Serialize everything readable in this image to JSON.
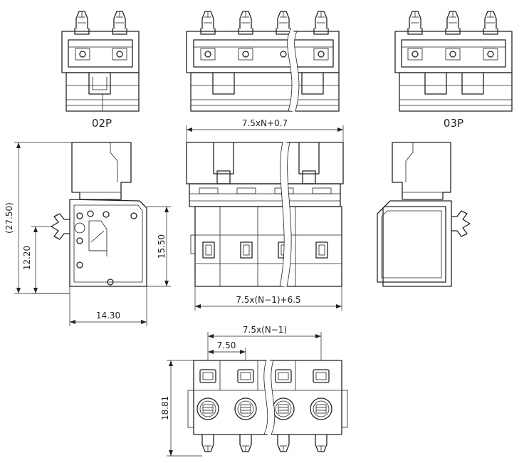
{
  "labels": {
    "top_left": "02P",
    "top_right": "03P"
  },
  "dimensions": {
    "total_width": "7.5xN+0.7",
    "body_width": "7.5x(N−1)+6.5",
    "pitch_total": "7.5x(N−1)",
    "pitch": "7.50",
    "height_overall": "(27.50)",
    "height_pin": "12.20",
    "height_body": "15.50",
    "depth": "14.30",
    "height_bottom": "18.81"
  }
}
